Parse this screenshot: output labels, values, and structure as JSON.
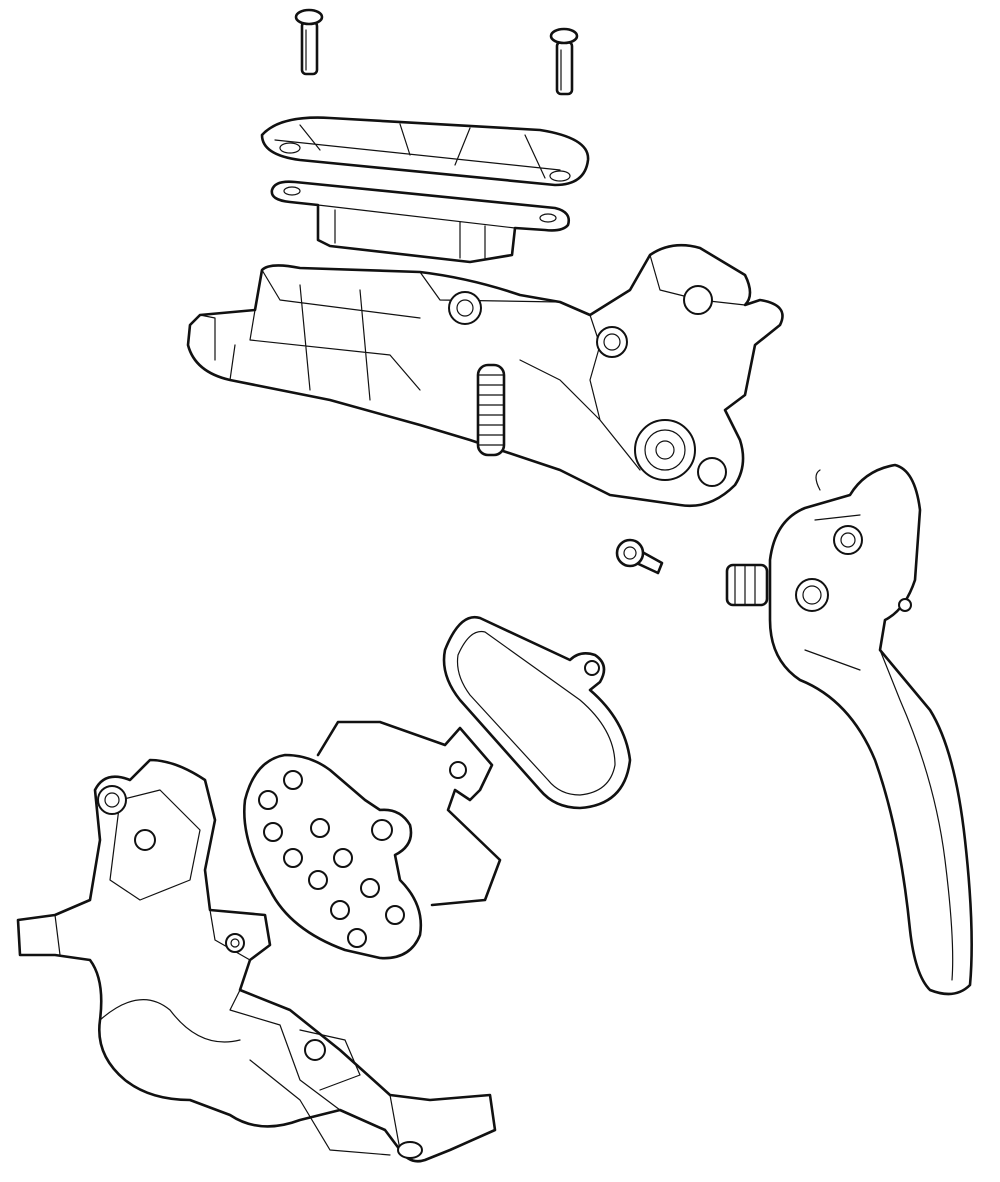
{
  "diagram": {
    "style": "exploded line drawing",
    "colors": {
      "stroke": "#111111",
      "background": "#ffffff"
    },
    "parts": [
      {
        "id": "bolt-left"
      },
      {
        "id": "bolt-right"
      },
      {
        "id": "reservoir-cover"
      },
      {
        "id": "diaphragm"
      },
      {
        "id": "master-cylinder-body"
      },
      {
        "id": "pivot-screw"
      },
      {
        "id": "brake-lever"
      },
      {
        "id": "brake-pad"
      },
      {
        "id": "pad-spring"
      },
      {
        "id": "brake-pad-backplate"
      },
      {
        "id": "caliper"
      }
    ]
  }
}
